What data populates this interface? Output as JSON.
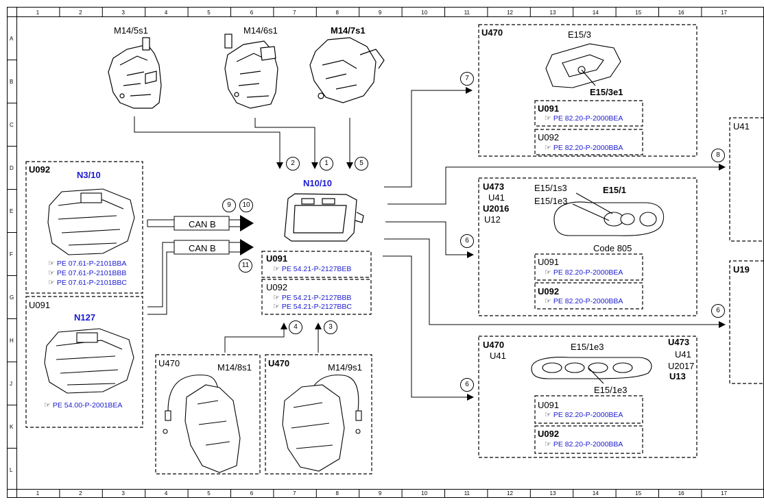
{
  "frame": {
    "cols": [
      "1",
      "2",
      "3",
      "4",
      "5",
      "6",
      "7",
      "8",
      "9",
      "10",
      "11",
      "12",
      "13",
      "14",
      "15",
      "16",
      "17"
    ],
    "rows": [
      "A",
      "B",
      "C",
      "D",
      "E",
      "F",
      "G",
      "H",
      "J",
      "K",
      "L"
    ]
  },
  "top_components": {
    "m14_5s1": "M14/5s1",
    "m14_6s1": "M14/6s1",
    "m14_7s1": "M14/7s1"
  },
  "center": {
    "n10_10": "N10/10",
    "u091": "U091",
    "u091_ref": "PE 54.21-P-2127BEB",
    "u092": "U092",
    "u092_refs": [
      "PE 54.21-P-2127BBB",
      "PE 54.21-P-2127BBC"
    ]
  },
  "left_box1": {
    "code": "U092",
    "title": "N3/10",
    "refs": [
      "PE 07.61-P-2101BBA",
      "PE 07.61-P-2101BBB",
      "PE 07.61-P-2101BBC"
    ]
  },
  "left_box2": {
    "code": "U091",
    "title": "N127",
    "ref": "PE 54.00-P-2001BEA"
  },
  "can_labels": [
    "CAN B",
    "CAN B"
  ],
  "bottom_boxes": {
    "left": {
      "code": "U470",
      "part": "M14/8s1"
    },
    "right": {
      "code": "U470",
      "part": "M14/9s1"
    }
  },
  "right_box1": {
    "code": "U470",
    "part": "E15/3",
    "sub": "E15/3e1",
    "u091": "U091",
    "u091_ref": "PE 82.20-P-2000BEA",
    "u092": "U092",
    "u092_ref": "PE 82.20-P-2000BBA"
  },
  "right_box2": {
    "codes": [
      "U473",
      "U41",
      "U2016",
      "U12"
    ],
    "part": "E15/1",
    "s3": "E15/1s3",
    "e3": "E15/1e3",
    "code805": "Code 805",
    "u091": "U091",
    "u091_ref": "PE 82.20-P-2000BEA",
    "u092": "U092",
    "u092_ref": "PE 82.20-P-2000BBA"
  },
  "right_box3": {
    "codes_left": [
      "U470",
      "U41"
    ],
    "codes_right": [
      "U473",
      "U41",
      "U2017",
      "U13"
    ],
    "part": "E15/1e3",
    "sub": "E15/1e3",
    "u091": "U091",
    "u091_ref": "PE 82.20-P-2000BEA",
    "u092": "U092",
    "u092_ref": "PE 82.20-P-2000BBA"
  },
  "edge_boxes": {
    "top": "U41",
    "bottom": "U19"
  },
  "circles": [
    "2",
    "1",
    "5",
    "7",
    "8",
    "6",
    "6",
    "6",
    "9",
    "10",
    "11",
    "4",
    "3"
  ],
  "icons": {
    "reference": "pointing-hand-icon"
  }
}
